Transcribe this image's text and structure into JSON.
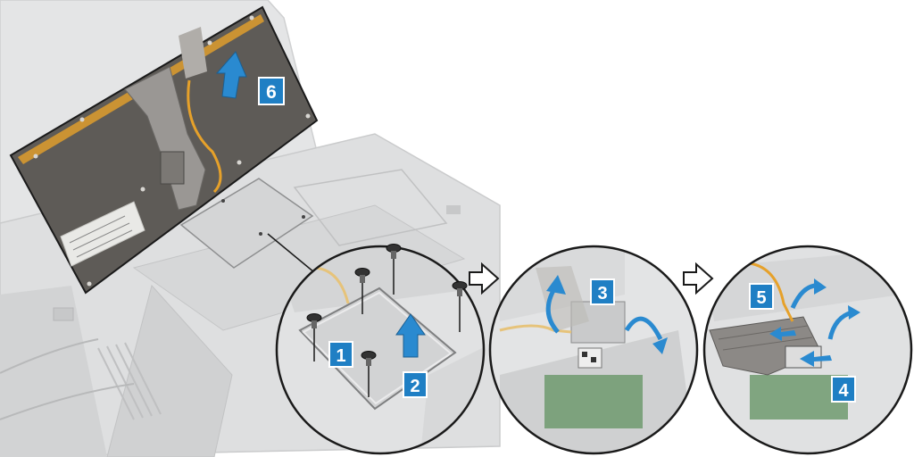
{
  "steps": [
    "1",
    "2",
    "3",
    "4",
    "5",
    "6"
  ],
  "colors": {
    "badge_blue": "#1f7fc4",
    "arrow_blue": "#2a8ad0",
    "laptop_gray": "#d9dadb",
    "laptop_dark": "#bfc1c3",
    "keyboard": "#5e5b57",
    "cable_orange": "#e6a12a",
    "flex_gray": "#9a9794",
    "pcb_green": "#6f9a6e",
    "outline": "#1a1a1a"
  },
  "icons": [
    "screw-icon",
    "lift-arrow-icon",
    "rotate-arrow-icon",
    "slide-arrow-icon",
    "next-step-arrow-icon",
    "qr-label-icon"
  ]
}
